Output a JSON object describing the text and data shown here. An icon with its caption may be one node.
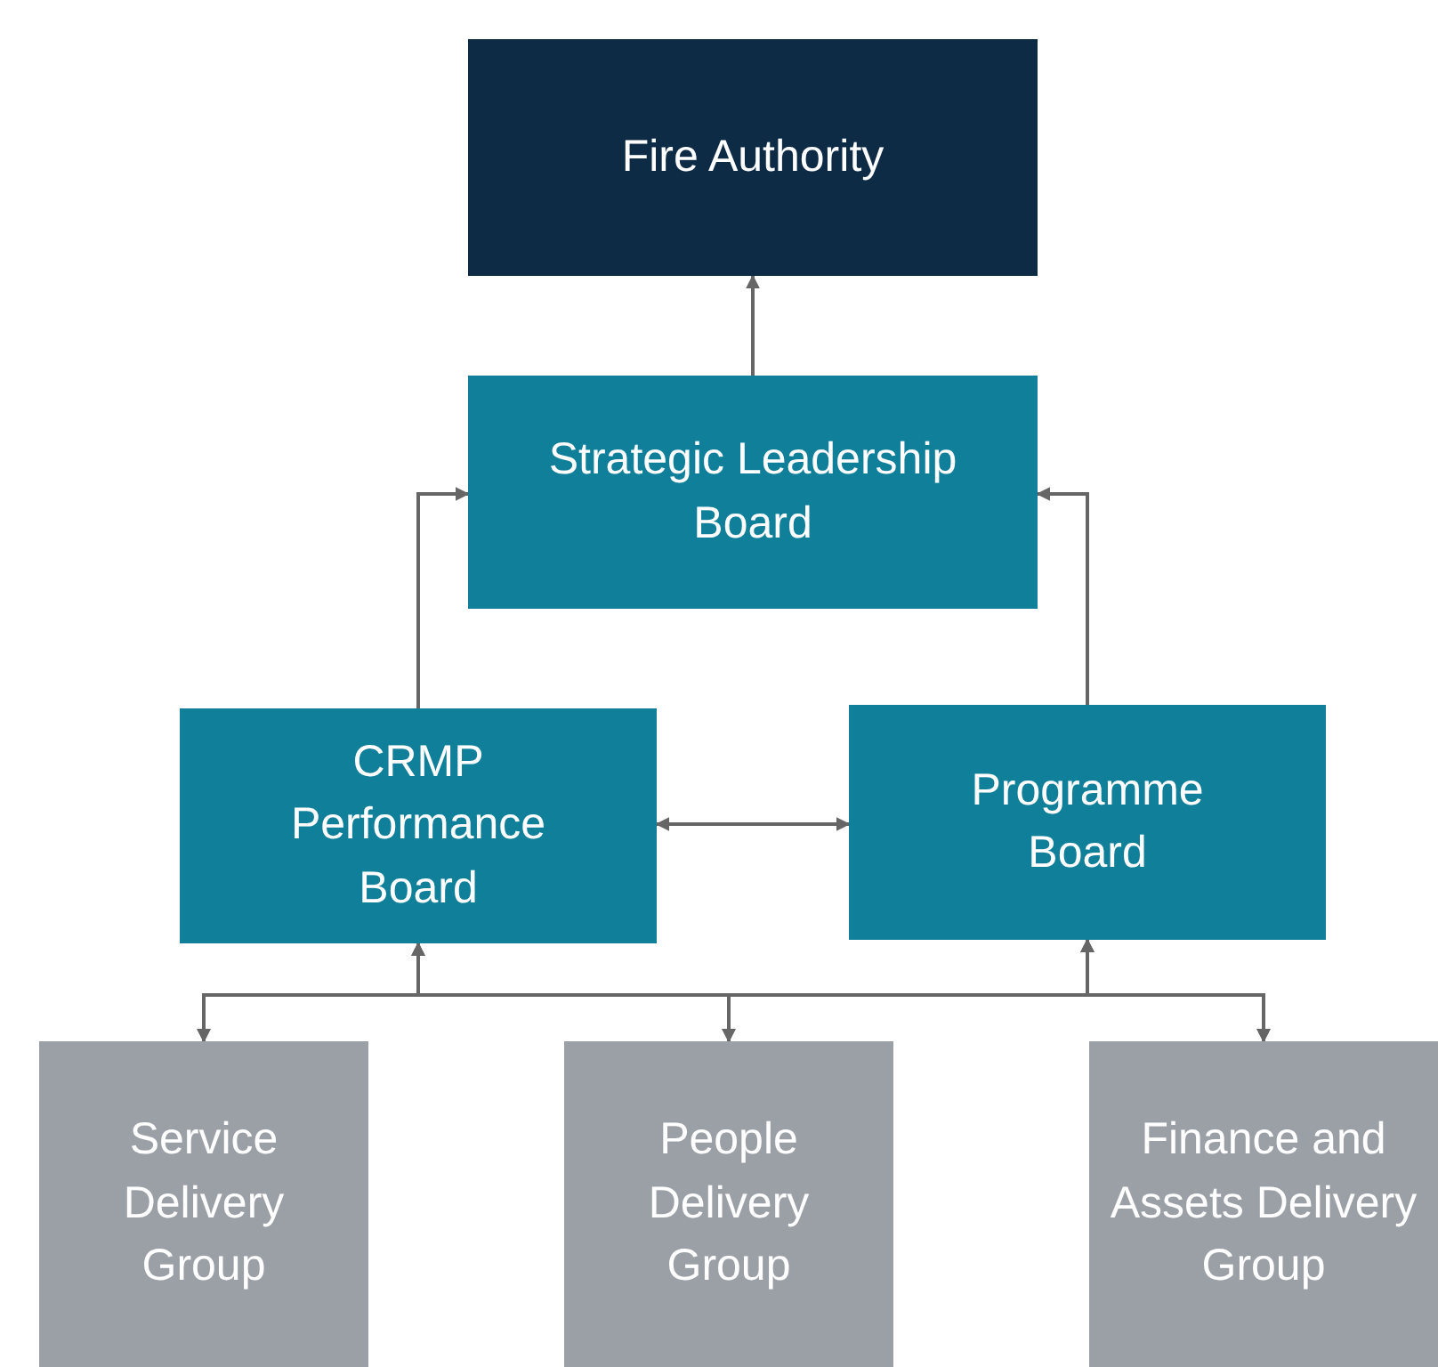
{
  "diagram": {
    "nodes": [
      {
        "text": [
          "Fire Authority"
        ]
      },
      {
        "text": [
          "Strategic Leadership Board"
        ]
      },
      {
        "text": [
          "CRMP Performance Board"
        ]
      },
      {
        "text": [
          "Programme Board"
        ]
      },
      {
        "text": [
          "Service Delivery Group"
        ]
      },
      {
        "text": [
          "People Delivery Group"
        ]
      },
      {
        "text": [
          "Finance and Assets Delivery Group"
        ]
      }
    ],
    "edges": [
      {
        "from": 1,
        "to": 0,
        "arrow": "to"
      },
      {
        "from": 2,
        "to": 1,
        "arrow": "to"
      },
      {
        "from": 3,
        "to": 1,
        "arrow": "to"
      },
      {
        "from": 2,
        "to": 3,
        "arrow": "both"
      },
      {
        "from": 4,
        "to": 2,
        "arrow": "both"
      },
      {
        "from": 5,
        "to": 2,
        "arrow": "both"
      },
      {
        "from": 6,
        "to": 2,
        "arrow": "both"
      },
      {
        "from": 4,
        "to": 3,
        "arrow": "both"
      },
      {
        "from": 5,
        "to": 3,
        "arrow": "both"
      },
      {
        "from": 6,
        "to": 3,
        "arrow": "both"
      }
    ]
  }
}
